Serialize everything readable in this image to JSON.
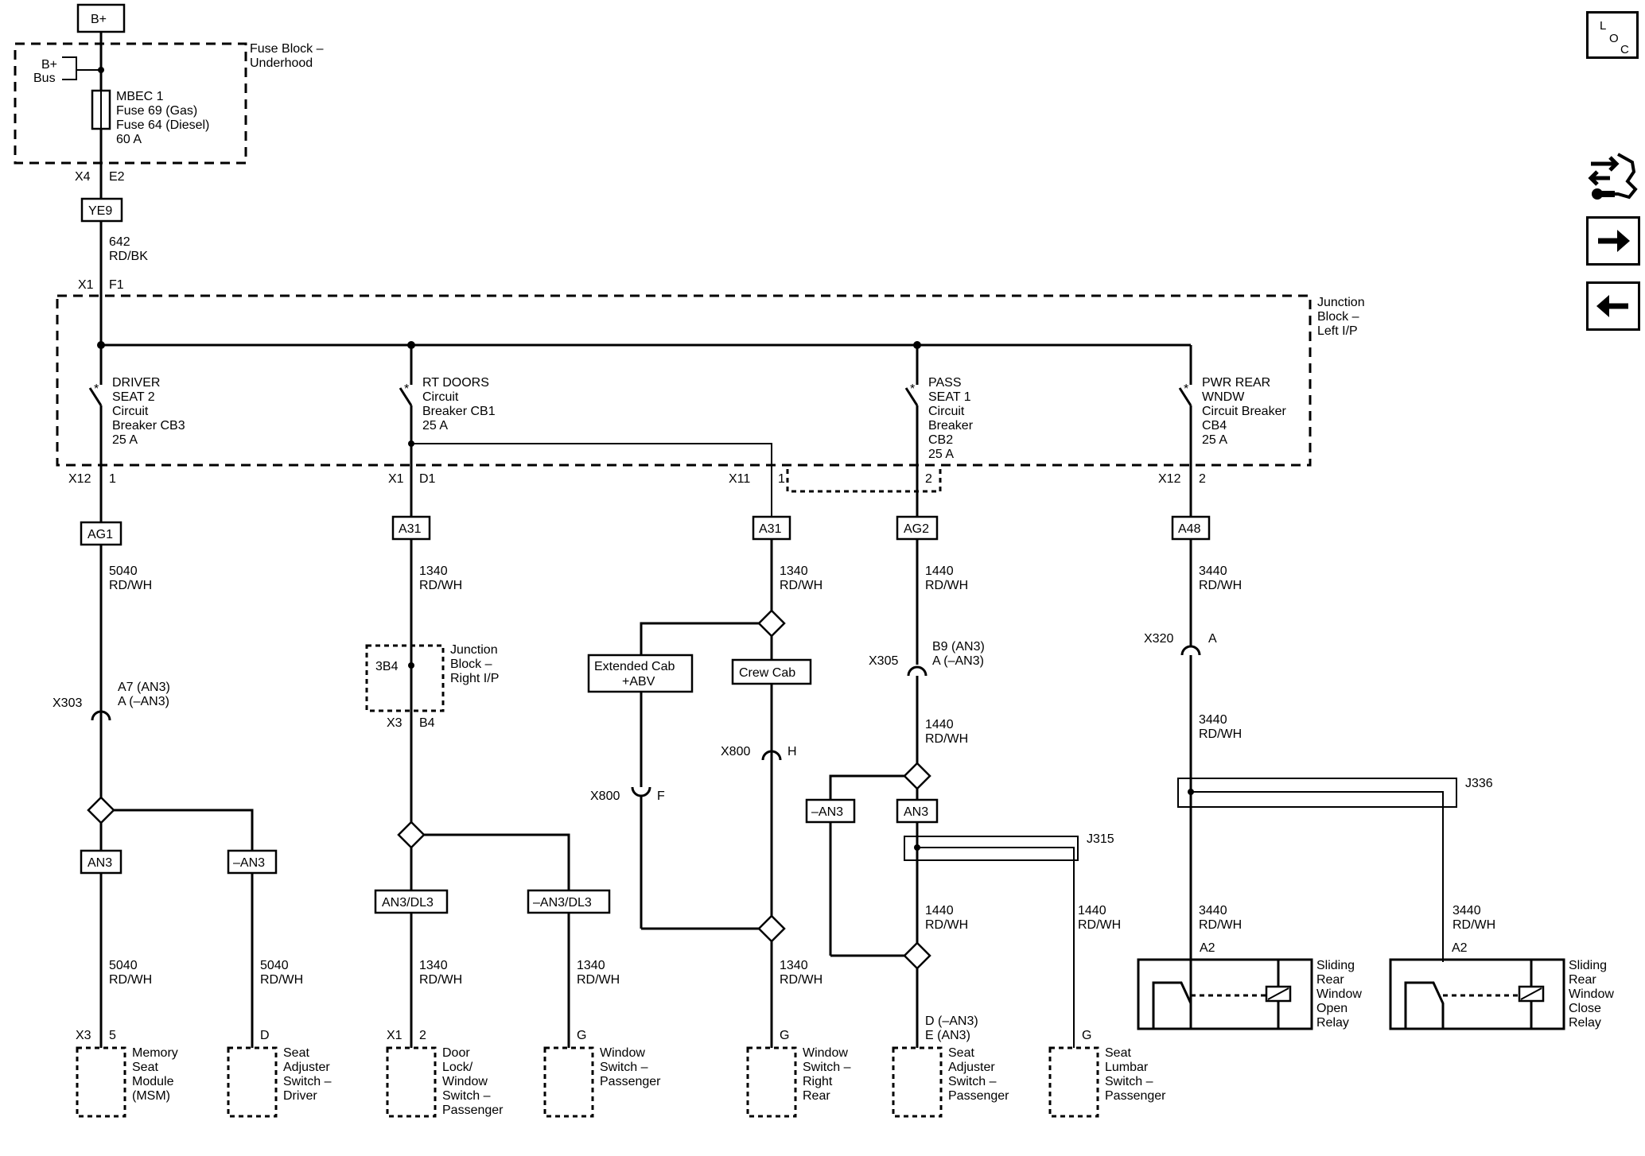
{
  "source": {
    "label": "B+"
  },
  "fuse_block": {
    "title": "Fuse Block –",
    "title2": "Underhood",
    "bus_label": "B+",
    "bus_label2": "Bus",
    "fuse_lines": [
      "MBEC 1",
      "Fuse 69 (Gas)",
      "Fuse 64 (Diesel)",
      "60 A"
    ],
    "conn": "X4",
    "pin": "E2"
  },
  "splice_ye9": "YE9",
  "wire_642": {
    "num": "642",
    "color": "RD/BK"
  },
  "jb_left": {
    "title": [
      "Junction",
      "Block –",
      "Left I/P"
    ],
    "conn_in": "X1",
    "pin_in": "F1"
  },
  "breakers": [
    {
      "lines": [
        "DRIVER",
        "SEAT 2",
        "Circuit",
        "Breaker CB3",
        "25 A"
      ],
      "conn": "X12",
      "pin": "1"
    },
    {
      "lines": [
        "RT DOORS",
        "Circuit",
        "Breaker CB1",
        "25 A"
      ],
      "conn": "X1",
      "pin": "D1"
    },
    {
      "lines": [
        "PASS",
        "SEAT 1",
        "Circuit",
        "Breaker",
        "CB2",
        "25 A"
      ],
      "conn": "",
      "pin": "2"
    },
    {
      "lines": [
        "PWR REAR",
        "WNDW",
        "Circuit Breaker",
        "CB4",
        "25 A"
      ],
      "conn": "X12",
      "pin": "2"
    }
  ],
  "x11": {
    "conn": "X11",
    "pin": "1"
  },
  "options": {
    "ag1": "AG1",
    "a31a": "A31",
    "a31b": "A31",
    "ag2": "AG2",
    "a48": "A48",
    "an3_left": "AN3",
    "nan3_left": "–AN3",
    "an3dl3": "AN3/DL3",
    "nan3dl3": "–AN3/DL3",
    "ext_cab": [
      "Extended Cab",
      "+ABV"
    ],
    "crew_cab": "Crew Cab",
    "nan3_right": "–AN3",
    "an3_right": "AN3"
  },
  "wires": {
    "w5040a": [
      "5040",
      "RD/WH"
    ],
    "w5040b": [
      "5040",
      "RD/WH"
    ],
    "w5040c": [
      "5040",
      "RD/WH"
    ],
    "w1340a": [
      "1340",
      "RD/WH"
    ],
    "w1340b": [
      "1340",
      "RD/WH"
    ],
    "w1340c": [
      "1340",
      "RD/WH"
    ],
    "w1340d": [
      "1340",
      "RD/WH"
    ],
    "w1340e": [
      "1340",
      "RD/WH"
    ],
    "w1440a": [
      "1440",
      "RD/WH"
    ],
    "w1440b": [
      "1440",
      "RD/WH"
    ],
    "w1440c": [
      "1440",
      "RD/WH"
    ],
    "w1440d": [
      "1440",
      "RD/WH"
    ],
    "w3440a": [
      "3440",
      "RD/WH"
    ],
    "w3440b": [
      "3440",
      "RD/WH"
    ],
    "w3440c": [
      "3440",
      "RD/WH"
    ],
    "w3440d": [
      "3440",
      "RD/WH"
    ]
  },
  "inline": {
    "x303": {
      "name": "X303",
      "p1": "A7 (AN3)",
      "p2": "A (–AN3)"
    },
    "x305": {
      "name": "X305",
      "p1": "B9 (AN3)",
      "p2": "A (–AN3)"
    },
    "x320": {
      "name": "X320",
      "p1": "A"
    },
    "x800f": {
      "name": "X800",
      "p1": "F"
    },
    "x800h": {
      "name": "X800",
      "p1": "H"
    }
  },
  "jb_right": {
    "inner": "3B4",
    "title": [
      "Junction",
      "Block –",
      "Right I/P"
    ],
    "conn": "X3",
    "pin": "B4"
  },
  "splices": {
    "j315": "J315",
    "j336": "J336"
  },
  "components": [
    {
      "lines": [
        "Memory",
        "Seat",
        "Module",
        "(MSM)"
      ],
      "conn": "X3",
      "pin": "5"
    },
    {
      "lines": [
        "Seat",
        "Adjuster",
        "Switch –",
        "Driver"
      ],
      "conn": "",
      "pin": "D"
    },
    {
      "lines": [
        "Door",
        "Lock/",
        "Window",
        "Switch –",
        "Passenger"
      ],
      "conn": "X1",
      "pin": "2"
    },
    {
      "lines": [
        "Window",
        "Switch –",
        "Passenger"
      ],
      "conn": "",
      "pin": "G"
    },
    {
      "lines": [
        "Window",
        "Switch –",
        "Right",
        "Rear"
      ],
      "conn": "",
      "pin": "G"
    },
    {
      "lines": [
        "Seat",
        "Adjuster",
        "Switch –",
        "Passenger"
      ],
      "conn": "",
      "pin": [
        "D (–AN3)",
        "E (AN3)"
      ]
    },
    {
      "lines": [
        "Seat",
        "Lumbar",
        "Switch –",
        "Passenger"
      ],
      "conn": "",
      "pin": "G"
    }
  ],
  "relays": [
    {
      "lines": [
        "Sliding",
        "Rear",
        "Window",
        "Open",
        "Relay"
      ],
      "pin": "A2"
    },
    {
      "lines": [
        "Sliding",
        "Rear",
        "Window",
        "Close",
        "Relay"
      ],
      "pin": "A2"
    }
  ],
  "nav": {
    "loc": [
      "L",
      "O",
      "C"
    ],
    "icons": [
      "connector-tool-icon",
      "arrow-right-icon",
      "arrow-left-icon"
    ]
  }
}
